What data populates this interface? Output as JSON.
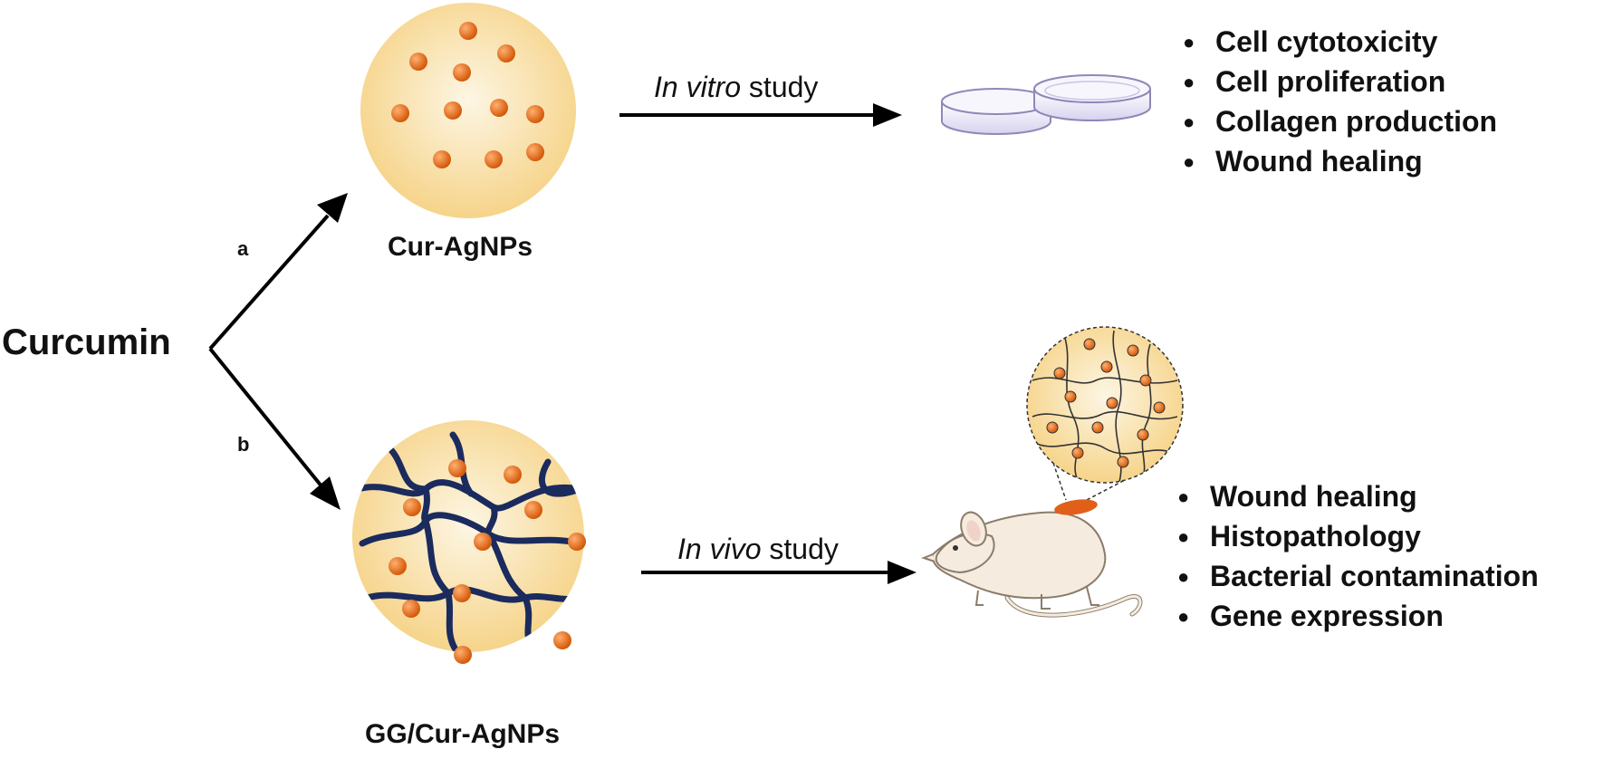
{
  "source": {
    "label": "Curcumin"
  },
  "routes": {
    "a": {
      "label": "a"
    },
    "b": {
      "label": "b"
    }
  },
  "products": {
    "top": {
      "label": "Cur-AgNPs"
    },
    "bottom": {
      "label": "GG/Cur-AgNPs"
    }
  },
  "studies": {
    "in_vitro": {
      "italic": "In vitro",
      "rest": " study"
    },
    "in_vivo": {
      "italic": "In vivo",
      "rest": " study"
    }
  },
  "outcomes": {
    "in_vitro": [
      "Cell cytotoxicity",
      "Cell proliferation",
      "Collagen production",
      "Wound healing"
    ],
    "in_vivo": [
      "Wound healing",
      "Histopathology",
      "Bacterial contamination",
      "Gene expression"
    ]
  },
  "icons": {
    "petri": "petri-dish-icon",
    "mouse": "mouse-icon",
    "nanoparticle": "nanoparticle-icon"
  },
  "colors": {
    "sphere_center": "#fdf3dc",
    "sphere_edge": "#f6d48a",
    "particle": "#e8741a",
    "polymer": "#1b2b5e",
    "wound": "#e0601a",
    "mouse": "#f5ecdf",
    "dish": "#e9e6f6"
  }
}
